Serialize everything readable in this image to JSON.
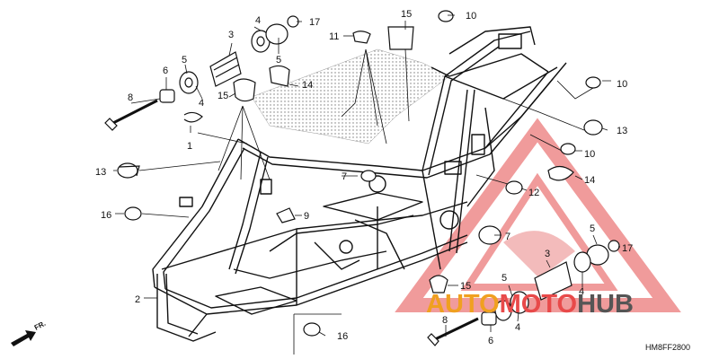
{
  "diagram_code": "HM8FF2800",
  "front_marker": "FR.",
  "watermark": {
    "brand": "AUTOMOTOHUB",
    "part_a": "AUTO",
    "part_b": "MOTO",
    "part_c": "HUB",
    "color_a": "#f0a020",
    "color_b": "#e84a4a",
    "color_c": "#555555"
  },
  "callouts": [
    {
      "id": "c15a",
      "num": "15"
    },
    {
      "id": "c10a",
      "num": "10"
    },
    {
      "id": "c4a",
      "num": "4"
    },
    {
      "id": "c17a",
      "num": "17"
    },
    {
      "id": "c3a",
      "num": "3"
    },
    {
      "id": "c11",
      "num": "11"
    },
    {
      "id": "c6a",
      "num": "6"
    },
    {
      "id": "c5a",
      "num": "5"
    },
    {
      "id": "c5b",
      "num": "5"
    },
    {
      "id": "c8a",
      "num": "8"
    },
    {
      "id": "c4b",
      "num": "4"
    },
    {
      "id": "c14a",
      "num": "14"
    },
    {
      "id": "c15b",
      "num": "15"
    },
    {
      "id": "c10b",
      "num": "10"
    },
    {
      "id": "c1",
      "num": "1"
    },
    {
      "id": "c13a",
      "num": "13"
    },
    {
      "id": "c13b",
      "num": "13"
    },
    {
      "id": "c7a",
      "num": "7"
    },
    {
      "id": "c10c",
      "num": "10"
    },
    {
      "id": "c14b",
      "num": "14"
    },
    {
      "id": "c12",
      "num": "12"
    },
    {
      "id": "c16a",
      "num": "16"
    },
    {
      "id": "c9",
      "num": "9"
    },
    {
      "id": "c5c",
      "num": "5"
    },
    {
      "id": "c7b",
      "num": "7"
    },
    {
      "id": "c3b",
      "num": "3"
    },
    {
      "id": "c17b",
      "num": "17"
    },
    {
      "id": "c2",
      "num": "2"
    },
    {
      "id": "c15c",
      "num": "15"
    },
    {
      "id": "c4c",
      "num": "4"
    },
    {
      "id": "c5d",
      "num": "5"
    },
    {
      "id": "c8b",
      "num": "8"
    },
    {
      "id": "c4d",
      "num": "4"
    },
    {
      "id": "c6b",
      "num": "6"
    },
    {
      "id": "c16b",
      "num": "16"
    }
  ]
}
